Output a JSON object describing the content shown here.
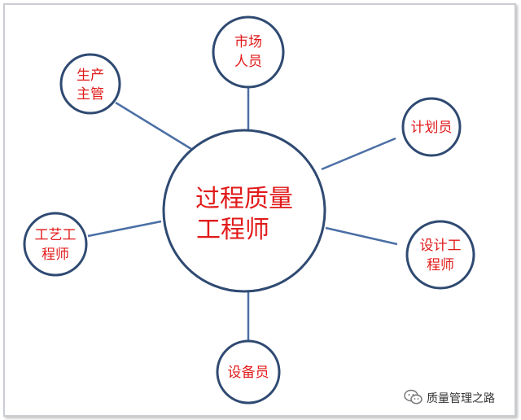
{
  "center": {
    "line1": "过程质量",
    "line2": "工程师"
  },
  "nodes": {
    "market": {
      "line1": "市场",
      "line2": "人员"
    },
    "production": {
      "line1": "生产",
      "line2": "主管"
    },
    "planner": {
      "line1": "计划员",
      "line2": ""
    },
    "process": {
      "line1": "工艺工",
      "line2": "程师"
    },
    "design": {
      "line1": "设计工",
      "line2": "程师"
    },
    "equipment": {
      "line1": "设备员",
      "line2": ""
    }
  },
  "watermark": {
    "text": "质量管理之路",
    "icon": "wechat-icon"
  },
  "colors": {
    "label": "#e11a1a",
    "stroke": "#2f4a72",
    "connector": "#4b6fa5"
  }
}
